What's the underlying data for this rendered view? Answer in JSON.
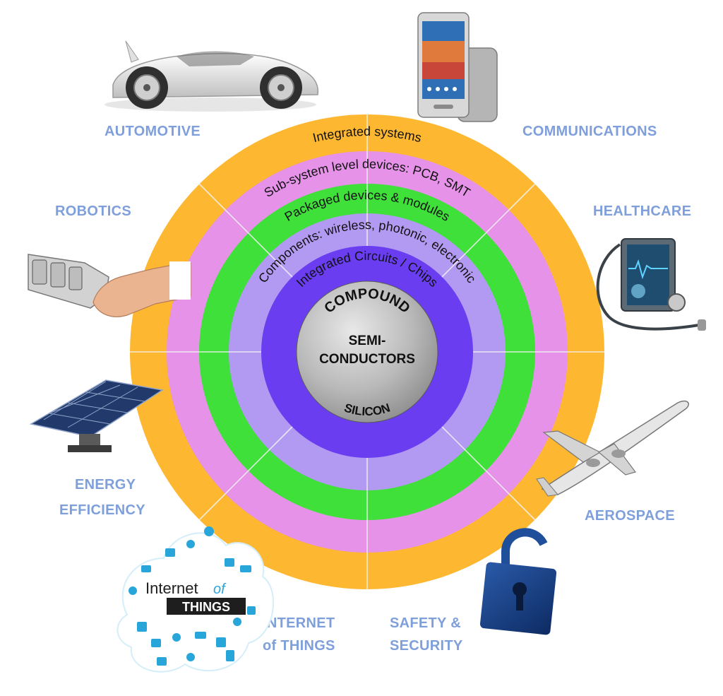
{
  "colors": {
    "label": "#7f9fdb",
    "ring_integrated": "#fdb731",
    "ring_subsystem": "#e592e8",
    "ring_packaged": "#3fe03a",
    "ring_components": "#b29af2",
    "ring_ic": "#6a3ef0",
    "core": "#bdbdbd",
    "divider": "#f3f3f3"
  },
  "rings": {
    "integrated_systems": "Integrated systems",
    "subsystem": "Sub-system level devices: PCB, SMT",
    "packaged": "Packaged devices & modules",
    "components": "Components: wireless, photonic, electronic",
    "ic": "Integrated Circuits / Chips"
  },
  "core": {
    "compound": "COMPOUND",
    "semi": "SEMI-",
    "conductors": "CONDUCTORS",
    "silicon": "SILICON"
  },
  "applications": {
    "automotive": "AUTOMOTIVE",
    "communications": "COMMUNICATIONS",
    "robotics": "ROBOTICS",
    "healthcare": "HEALTHCARE",
    "energy_line1": "ENERGY",
    "energy_line2": "EFFICIENCY",
    "aerospace": "AEROSPACE",
    "iot_line1": "INTERNET",
    "iot_line2": "of THINGS",
    "safety_line1": "SAFETY &",
    "safety_line2": "SECURITY"
  },
  "iot_badge": {
    "word_internet": "Internet",
    "word_of": "of",
    "word_things": "THINGS"
  },
  "icons": [
    "car-icon",
    "smartphone-icon",
    "robot-hand-icon",
    "tablet-stethoscope-icon",
    "solar-panel-icon",
    "airplane-icon",
    "iot-cloud-icon",
    "padlock-icon"
  ]
}
